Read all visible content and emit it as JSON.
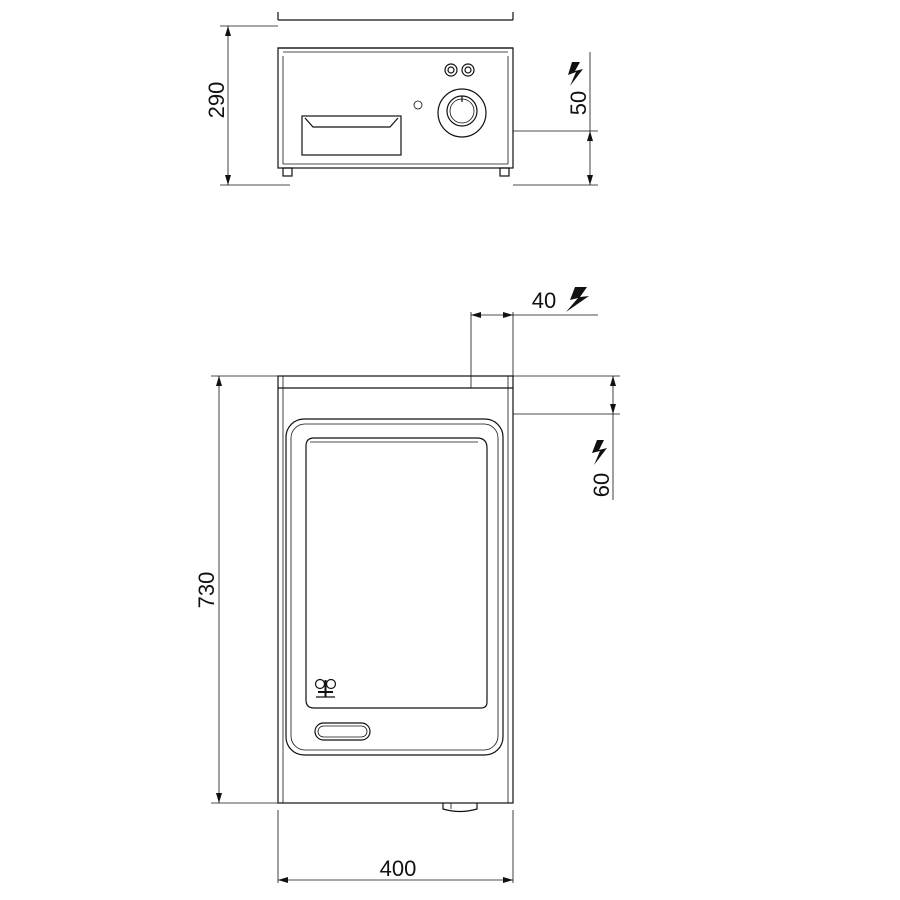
{
  "dimensions": {
    "front_height": "290",
    "front_elec": "50",
    "top_elec_offset": "40",
    "top_elec_depth": "60",
    "top_depth": "730",
    "top_width": "400"
  },
  "colors": {
    "line": "#111111",
    "background": "#ffffff"
  },
  "icons": [
    "lightning-bolt-icon",
    "knob-icon",
    "indicator-lamp-icon",
    "logo-emblem-icon"
  ]
}
